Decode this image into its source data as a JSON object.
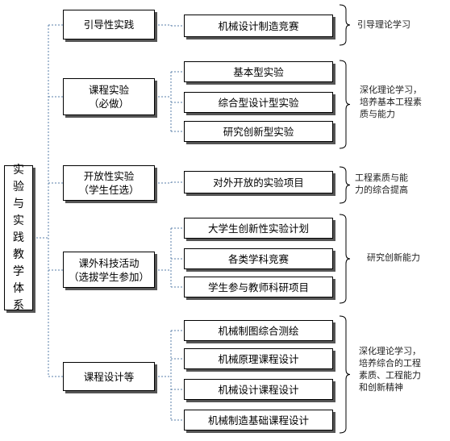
{
  "root": {
    "chars": [
      "实",
      "验",
      "与",
      "实",
      "践",
      "教",
      "学",
      "体",
      "系"
    ]
  },
  "categories": [
    {
      "lines": [
        "引导性实践"
      ],
      "items": [
        "机械设计制造竞赛"
      ],
      "note": [
        "引导理论学习"
      ]
    },
    {
      "lines": [
        "课程实验",
        "（必做）"
      ],
      "items": [
        "基本型实验",
        "综合型设计型实验",
        "研究创新型实验"
      ],
      "note": [
        "深化理论学习，",
        "培养基本工程素",
        "质与能力"
      ]
    },
    {
      "lines": [
        "开放性实验",
        "（学生任选）"
      ],
      "items": [
        "对外开放的实验项目"
      ],
      "note": [
        "工程素质与能",
        "力的综合提高"
      ]
    },
    {
      "lines": [
        "课外科技活动",
        "（选拔学生参加）"
      ],
      "items": [
        "大学生创新性实验计划",
        "各类学科竞赛",
        "学生参与教师科研项目"
      ],
      "note": [
        "研究创新能力"
      ]
    },
    {
      "lines": [
        "课程设计等"
      ],
      "items": [
        "机械制图综合测绘",
        "机械原理课程设计",
        "机械设计课程设计",
        "机械制造基础课程设计"
      ],
      "note": [
        "深化理论学习，",
        "培养综合的工程",
        "素质、工程能力",
        "和创新精神"
      ]
    }
  ],
  "colors": {
    "line": "#5a7fa8",
    "border": "#000000",
    "shadow": "#555555"
  }
}
